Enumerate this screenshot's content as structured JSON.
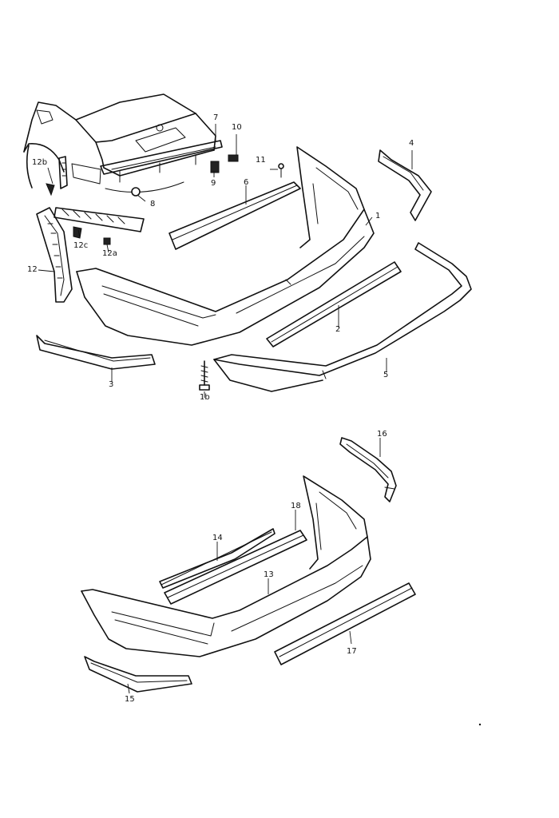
{
  "labels": {
    "p1": "1",
    "p1b": "1b",
    "p2": "2",
    "p3": "3",
    "p4": "4",
    "p5": "5",
    "p6": "6",
    "p7": "7",
    "p8": "8",
    "p9": "9",
    "p10": "10",
    "p11": "11",
    "p12": "12",
    "p12a": "12a",
    "p12b": "12b",
    "p12c": "12c",
    "p13": "13",
    "p14": "14",
    "p15": "15",
    "p16": "16",
    "p17": "17",
    "p18": "18"
  }
}
